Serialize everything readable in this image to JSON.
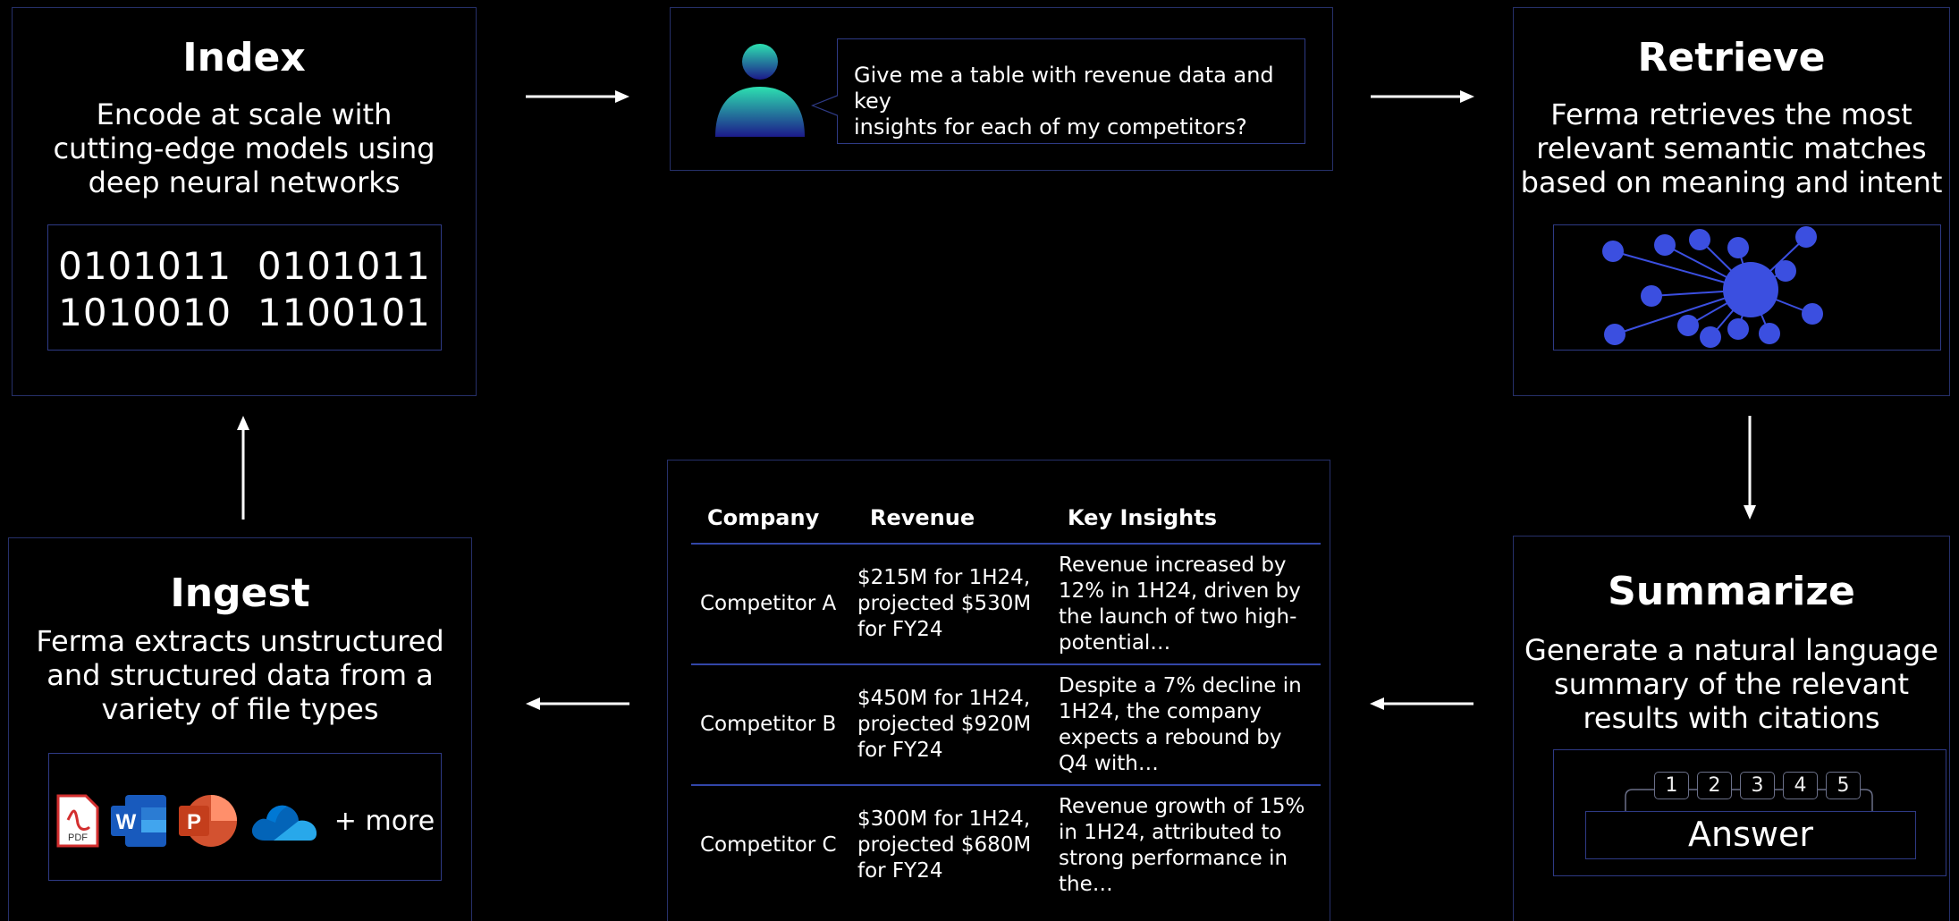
{
  "index": {
    "title": "Index",
    "desc_lines": [
      "Encode at scale with",
      "cutting-edge models using",
      "deep neural networks"
    ],
    "binary_lines": [
      "0101011  0101011",
      "1010010  1100101"
    ]
  },
  "query": {
    "text_lines": [
      "Give me a table with revenue data and key",
      "insights for each of my competitors?"
    ]
  },
  "retrieve": {
    "title": "Retrieve",
    "desc_lines": [
      "Ferma retrieves the most",
      "relevant semantic matches",
      "based on meaning and intent"
    ]
  },
  "summarize": {
    "title": "Summarize",
    "desc_lines": [
      "Generate a natural language",
      "summary of the relevant",
      "results with citations"
    ],
    "citations": [
      "1",
      "2",
      "3",
      "4",
      "5"
    ],
    "answer_label": "Answer"
  },
  "ingest": {
    "title": "Ingest",
    "desc_lines": [
      "Ferma extracts unstructured",
      "and structured data from a",
      "variety of file types"
    ],
    "file_icons": [
      "pdf-icon",
      "word-icon",
      "powerpoint-icon",
      "onedrive-icon"
    ],
    "pdf_text": "PDF",
    "word_letter": "W",
    "ppt_letter": "P",
    "more_label": "+ more"
  },
  "table": {
    "headers": [
      "Company",
      "Revenue",
      "Key Insights"
    ],
    "rows": [
      {
        "company": "Competitor A",
        "revenue_lines": [
          "$215M for 1H24,",
          "projected $530M",
          "for FY24"
        ],
        "insight_lines": [
          "Revenue increased by",
          "12% in 1H24, driven by",
          "the launch of two high-",
          "potential…"
        ]
      },
      {
        "company": "Competitor B",
        "revenue_lines": [
          "$450M for 1H24,",
          "projected $920M",
          "for FY24"
        ],
        "insight_lines": [
          "Despite a 7% decline in",
          "1H24, the company",
          "expects a rebound by",
          "Q4 with…"
        ]
      },
      {
        "company": "Competitor C",
        "revenue_lines": [
          "$300M for 1H24,",
          "projected $680M",
          "for FY24"
        ],
        "insight_lines": [
          "Revenue growth of 15%",
          "in 1H24, attributed to",
          "strong performance in",
          "the…"
        ]
      }
    ]
  },
  "colors": {
    "background": "#000000",
    "border": "#26306a",
    "accent_blue": "#3b4fe0",
    "teal": "#2dd4a8"
  }
}
